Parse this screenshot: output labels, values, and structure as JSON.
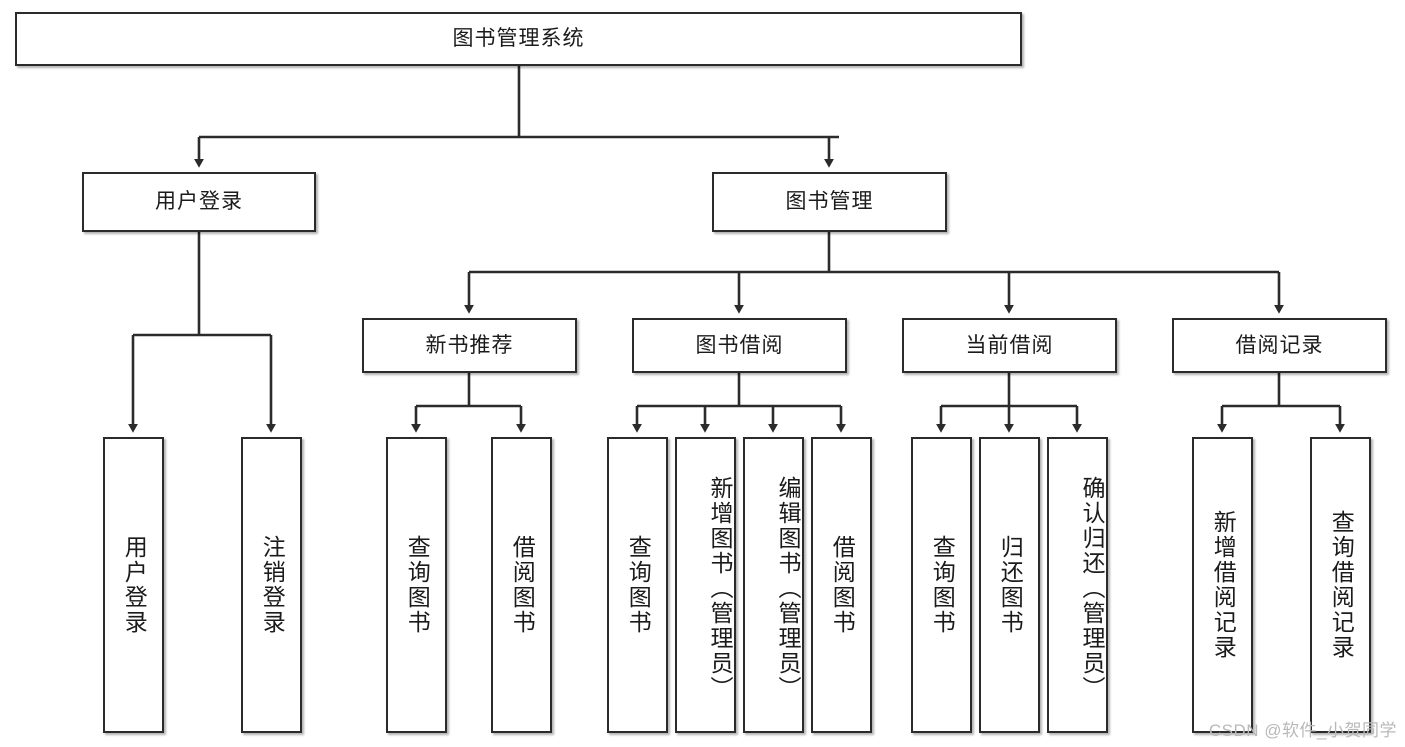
{
  "diagram": {
    "title": "图书管理系统",
    "type": "hierarchy-tree",
    "colors": {
      "background": "#ffffff",
      "node_border": "#2b2b2b",
      "node_fill": "#ffffff",
      "text": "#1b1b1b",
      "edge": "#2b2b2b",
      "watermark": "#b9b9b9"
    },
    "root": {
      "label": "图书管理系统"
    },
    "level2": [
      {
        "label": "用户登录"
      },
      {
        "label": "图书管理"
      }
    ],
    "level3": [
      {
        "label": "新书推荐"
      },
      {
        "label": "图书借阅"
      },
      {
        "label": "当前借阅"
      },
      {
        "label": "借阅记录"
      }
    ],
    "leaves": {
      "user_login": [
        {
          "label": "用户登录"
        },
        {
          "label": "注销登录"
        }
      ],
      "new_book_recommend": [
        {
          "label": "查询图书"
        },
        {
          "label": "借阅图书"
        }
      ],
      "book_borrow": [
        {
          "label": "查询图书"
        },
        {
          "label": "新增图书（管理员）"
        },
        {
          "label": "编辑图书（管理员）"
        },
        {
          "label": "借阅图书"
        }
      ],
      "current_borrow": [
        {
          "label": "查询图书"
        },
        {
          "label": "归还图书"
        },
        {
          "label": "确认归还（管理员）"
        }
      ],
      "borrow_record": [
        {
          "label": "新增借阅记录"
        },
        {
          "label": "查询借阅记录"
        }
      ]
    }
  },
  "watermark": {
    "text": "CSDN @软件_小贺同学"
  }
}
